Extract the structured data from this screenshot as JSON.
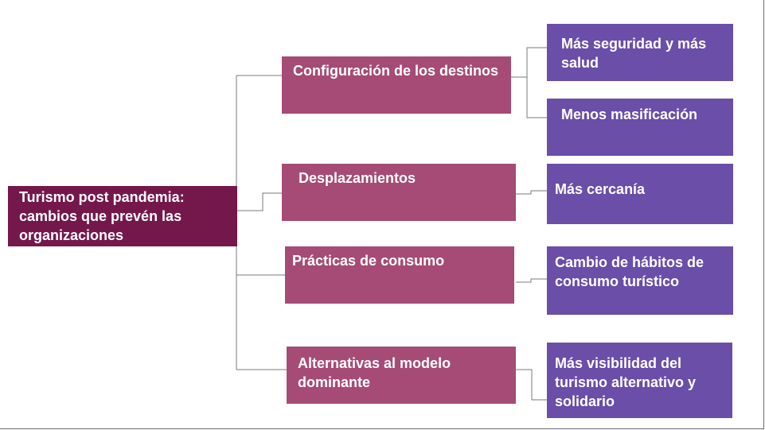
{
  "root": {
    "label": "Turismo post pandemia: cambios que prevén las organizaciones"
  },
  "branches": [
    {
      "label": "Configuración de los destinos",
      "children": [
        "Más seguridad y más salud",
        "Menos masificación"
      ]
    },
    {
      "label": "Desplazamientos",
      "children": [
        "Más cercanía"
      ]
    },
    {
      "label": "Prácticas de consumo",
      "children": [
        "Cambio de hábitos de consumo turístico"
      ]
    },
    {
      "label": "Alternativas al modelo dominante",
      "children": [
        "Más visibilidad del turismo alternativo y solidario"
      ]
    }
  ],
  "colors": {
    "root": "#74184c",
    "branch": "#a54b76",
    "leaf": "#6a4ea8",
    "connector": "#7a7a7a"
  }
}
